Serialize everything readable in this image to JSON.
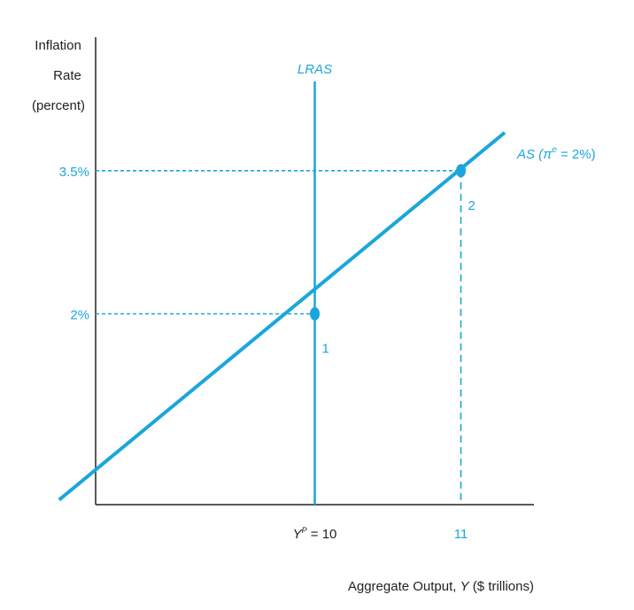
{
  "colors": {
    "axis": "#222222",
    "accent": "#1aa6dc"
  },
  "chart_data": {
    "type": "line",
    "ylabel_lines": [
      "Inflation",
      "Rate",
      "(percent)"
    ],
    "xlabel_parts": {
      "pre": "Aggregate Output, ",
      "var": "Y",
      "post": " ($ trillions)"
    },
    "x_ticks": [
      {
        "value": 10,
        "label_var": "Y",
        "label_sup": "P",
        "label_rest": " = 10"
      },
      {
        "value": 11,
        "label": "11"
      }
    ],
    "y_ticks": [
      {
        "value": 2,
        "label": "2%"
      },
      {
        "value": 3.5,
        "label": "3.5%"
      }
    ],
    "xlim": [
      8.5,
      11.5
    ],
    "ylim": [
      0,
      4.9
    ],
    "lras": {
      "label": "LRAS",
      "x": 10
    },
    "as_curve": {
      "name_parts": {
        "pre": "AS (",
        "pi": "π",
        "sup": "e",
        "post": " = 2%)"
      },
      "x": [
        8.25,
        11.3
      ],
      "y": [
        0.05,
        3.9
      ]
    },
    "points": [
      {
        "label": "1",
        "x": 10,
        "y": 2
      },
      {
        "label": "2",
        "x": 11,
        "y": 3.5
      }
    ]
  }
}
